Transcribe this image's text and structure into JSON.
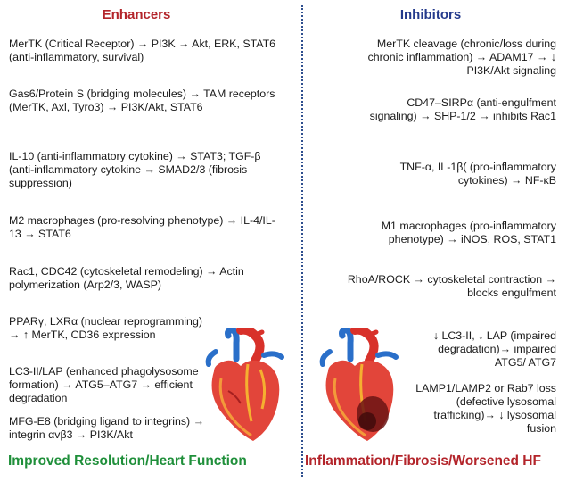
{
  "enhancers": {
    "title": "Enhancers",
    "items": [
      "MerTK (Critical Receptor) → PI3K → Akt, ERK, STAT6 (anti-inflammatory, survival)",
      "Gas6/Protein S (bridging molecules) → TAM receptors (MerTK, Axl, Tyro3) → PI3K/Akt, STAT6",
      "IL-10 (anti-inflammatory cytokine) → STAT3; TGF-β (anti-inflammatory cytokine → SMAD2/3 (fibrosis suppression)",
      "M2 macrophages (pro-resolving phenotype) → IL-4/IL-13 → STAT6",
      "Rac1, CDC42 (cytoskeletal remodeling) → Actin polymerization (Arp2/3, WASP)",
      "PPARγ, LXRα (nuclear reprogramming) → ↑ MerTK, CD36 expression",
      "LC3-II/LAP (enhanced phagolysosome formation) → ATG5–ATG7 → efficient degradation",
      "MFG-E8 (bridging ligand to integrins) → integrin αvβ3 → PI3K/Akt"
    ],
    "footer": "Improved Resolution/Heart Function"
  },
  "inhibitors": {
    "title": "Inhibitors",
    "items": [
      "MerTK cleavage (chronic/loss during chronic inflammation) → ADAM17 → ↓ PI3K/Akt signaling",
      "CD47–SIRPα (anti-engulfment signaling) → SHP-1/2 → inhibits Rac1",
      "TNF-α, IL-1β(  (pro-inflammatory cytokines) → NF-κB",
      "M1 macrophages (pro-inflammatory phenotype) → iNOS, ROS, STAT1",
      "RhoA/ROCK → cytoskeletal contraction → blocks engulfment",
      "↓ LC3-II, ↓ LAP (impaired degradation)→ impaired ATG5/ ATG7",
      "LAMP1/LAMP2 or Rab7 loss (defective lysosomal trafficking)→ ↓ lysosomal fusion"
    ],
    "footer": "Inflammation/Fibrosis/Worsened HF"
  },
  "icons": {
    "healthy_heart": "healthy-heart-icon",
    "failing_heart": "failing-heart-icon"
  },
  "colors": {
    "enhancer_title": "#b3242a",
    "inhibitor_title": "#243a8c",
    "good_outcome": "#1f8f3a",
    "bad_outcome": "#b3242a",
    "divider": "#2f4f8f"
  }
}
